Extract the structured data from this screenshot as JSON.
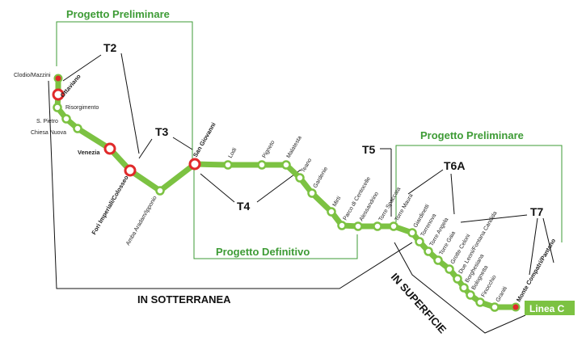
{
  "sections": {
    "preliminare_1": "Progetto Preliminare",
    "preliminare_2": "Progetto Preliminare",
    "definitivo": "Progetto Definitivo"
  },
  "tratte": {
    "t2": "T2",
    "t3": "T3",
    "t4": "T4",
    "t5": "T5",
    "t6a": "T6A",
    "t7": "T7"
  },
  "zones": {
    "underground": "IN SOTTERRANEA",
    "surface": "IN SUPERFICIE"
  },
  "line": {
    "name": "Linea C",
    "color": "#7cc242",
    "interchange_color": "#e02a2a"
  },
  "stations": [
    {
      "name": "Clodio/Mazzini",
      "bold": false,
      "interchange": false,
      "terminus": true
    },
    {
      "name": "Ottaviano",
      "bold": true,
      "interchange": true,
      "terminus": false
    },
    {
      "name": "Risorgimento",
      "bold": false,
      "interchange": false,
      "terminus": false
    },
    {
      "name": "S. Pietro",
      "bold": false,
      "interchange": false,
      "terminus": false
    },
    {
      "name": "Chiesa Nuova",
      "bold": false,
      "interchange": false,
      "terminus": false
    },
    {
      "name": "Venezia",
      "bold": true,
      "interchange": true,
      "terminus": false
    },
    {
      "name": "Fori Imperiali/Colosseo",
      "bold": true,
      "interchange": true,
      "terminus": false
    },
    {
      "name": "Amba Aradam/Ipponio",
      "bold": false,
      "interchange": false,
      "terminus": false
    },
    {
      "name": "San Giovanni",
      "bold": true,
      "interchange": true,
      "terminus": false
    },
    {
      "name": "Lodi",
      "bold": false,
      "interchange": false,
      "terminus": false
    },
    {
      "name": "Pigneto",
      "bold": false,
      "interchange": false,
      "terminus": false
    },
    {
      "name": "Malatesta",
      "bold": false,
      "interchange": false,
      "terminus": false
    },
    {
      "name": "Teano",
      "bold": false,
      "interchange": false,
      "terminus": false
    },
    {
      "name": "Gardenie",
      "bold": false,
      "interchange": false,
      "terminus": false
    },
    {
      "name": "Mirti",
      "bold": false,
      "interchange": false,
      "terminus": false
    },
    {
      "name": "Parco di Centocelle",
      "bold": false,
      "interchange": false,
      "terminus": false
    },
    {
      "name": "Alessandrino",
      "bold": false,
      "interchange": false,
      "terminus": false
    },
    {
      "name": "Torre Spaccata",
      "bold": false,
      "interchange": false,
      "terminus": false
    },
    {
      "name": "Torre Maura",
      "bold": false,
      "interchange": false,
      "terminus": false
    },
    {
      "name": "Giardinetti",
      "bold": false,
      "interchange": false,
      "terminus": false
    },
    {
      "name": "Torrenova",
      "bold": false,
      "interchange": false,
      "terminus": false
    },
    {
      "name": "Torre Angela",
      "bold": false,
      "interchange": false,
      "terminus": false
    },
    {
      "name": "Torre Gaia",
      "bold": false,
      "interchange": false,
      "terminus": false
    },
    {
      "name": "Grotte Celoni",
      "bold": false,
      "interchange": false,
      "terminus": false
    },
    {
      "name": "Due Leoni/Fontana Candida",
      "bold": false,
      "interchange": false,
      "terminus": false
    },
    {
      "name": "Borghesiana",
      "bold": false,
      "interchange": false,
      "terminus": false
    },
    {
      "name": "Bolognetta",
      "bold": false,
      "interchange": false,
      "terminus": false
    },
    {
      "name": "Finocchio",
      "bold": false,
      "interchange": false,
      "terminus": false
    },
    {
      "name": "Graniti",
      "bold": false,
      "interchange": false,
      "terminus": false
    },
    {
      "name": "Monte Compatri/Pantano",
      "bold": true,
      "interchange": false,
      "terminus": true
    }
  ]
}
